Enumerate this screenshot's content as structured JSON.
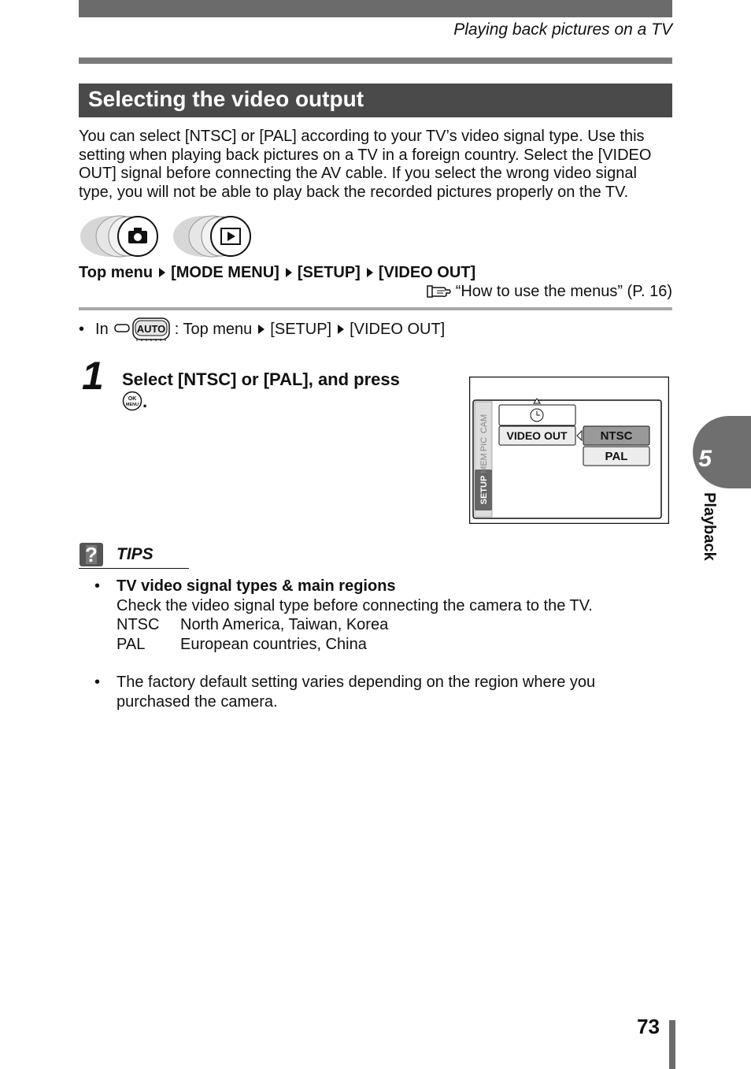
{
  "header": {
    "running_head": "Playing back pictures on a TV"
  },
  "section": {
    "title": "Selecting the video output",
    "intro": "You can select [NTSC] or [PAL] according to your TV’s video signal type. Use this setting when playing back pictures on a TV in a foreign country. Select the [VIDEO OUT] signal before connecting the AV cable. If you select the wrong video signal type, you will not be able to play back the recorded pictures properly on the TV."
  },
  "menu_path": {
    "items": [
      "Top menu",
      "[MODE MENU]",
      "[SETUP]",
      "[VIDEO OUT]"
    ],
    "reference": "“How to use the menus” (P. 16)"
  },
  "auto_note": {
    "bullet": "•",
    "prefix": "In",
    "icon_label": "AUTO",
    "items": [
      ": Top menu",
      "[SETUP]",
      "[VIDEO OUT]"
    ]
  },
  "step": {
    "number": "1",
    "text": "Select [NTSC] or [PAL], and press",
    "button_label": "OK MENU"
  },
  "screen": {
    "side_tabs": [
      "CAM",
      "PIC",
      "MEM",
      "SETUP"
    ],
    "item": "VIDEO OUT",
    "options": [
      "NTSC",
      "PAL"
    ],
    "selected": "NTSC"
  },
  "side_tab": {
    "number": "5",
    "label": "Playback"
  },
  "tips": {
    "title": "TIPS",
    "item1": {
      "heading": "TV video signal types & main regions",
      "text": "Check the video signal type before connecting the camera to the TV.",
      "rows": [
        {
          "type": "NTSC",
          "regions": "North America, Taiwan, Korea"
        },
        {
          "type": "PAL",
          "regions": "European countries, China"
        }
      ]
    },
    "item2": "The factory default setting varies depending on the region where you purchased the camera."
  },
  "footer": {
    "page_number": "73"
  }
}
